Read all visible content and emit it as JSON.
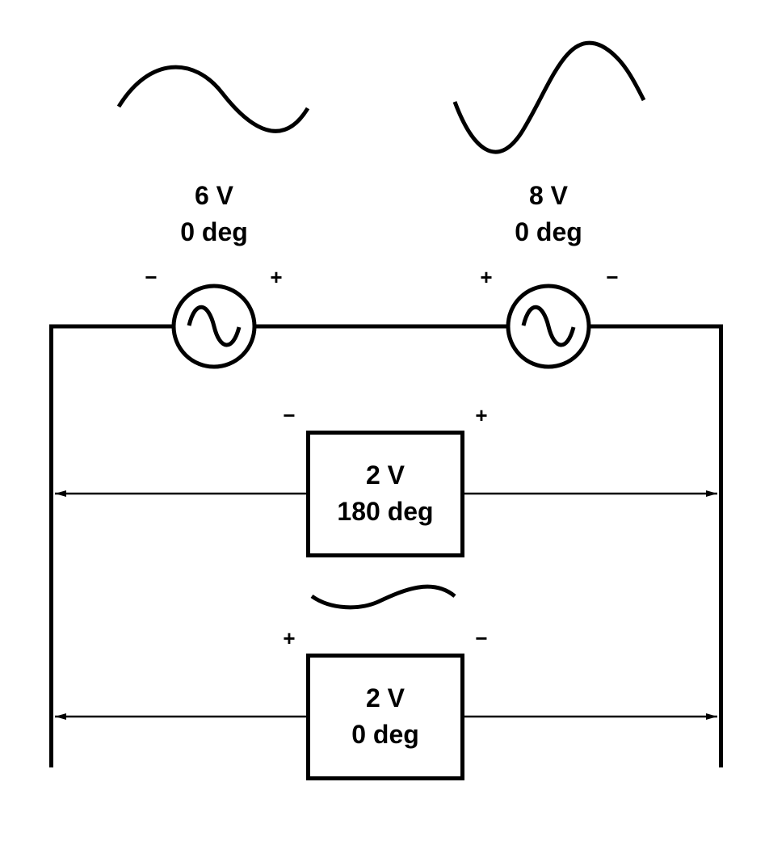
{
  "diagram": {
    "colors": {
      "stroke": "#000000",
      "background": "#ffffff"
    },
    "sources": [
      {
        "id": "source-1",
        "voltage": "6 V",
        "phase": "0 deg",
        "left_polarity": "−",
        "right_polarity": "+",
        "waveform": "sine-wave-icon",
        "symbol": "ac-source-icon"
      },
      {
        "id": "source-2",
        "voltage": "8 V",
        "phase": "0 deg",
        "left_polarity": "+",
        "right_polarity": "−",
        "waveform": "sine-wave-icon",
        "symbol": "ac-source-icon"
      }
    ],
    "measurements": [
      {
        "id": "measured-180",
        "voltage": "2 V",
        "phase": "180 deg",
        "left_polarity": "−",
        "right_polarity": "+",
        "waveform": null
      },
      {
        "id": "measured-0",
        "voltage": "2 V",
        "phase": "0 deg",
        "left_polarity": "+",
        "right_polarity": "−",
        "waveform": "sine-wave-icon"
      }
    ]
  }
}
